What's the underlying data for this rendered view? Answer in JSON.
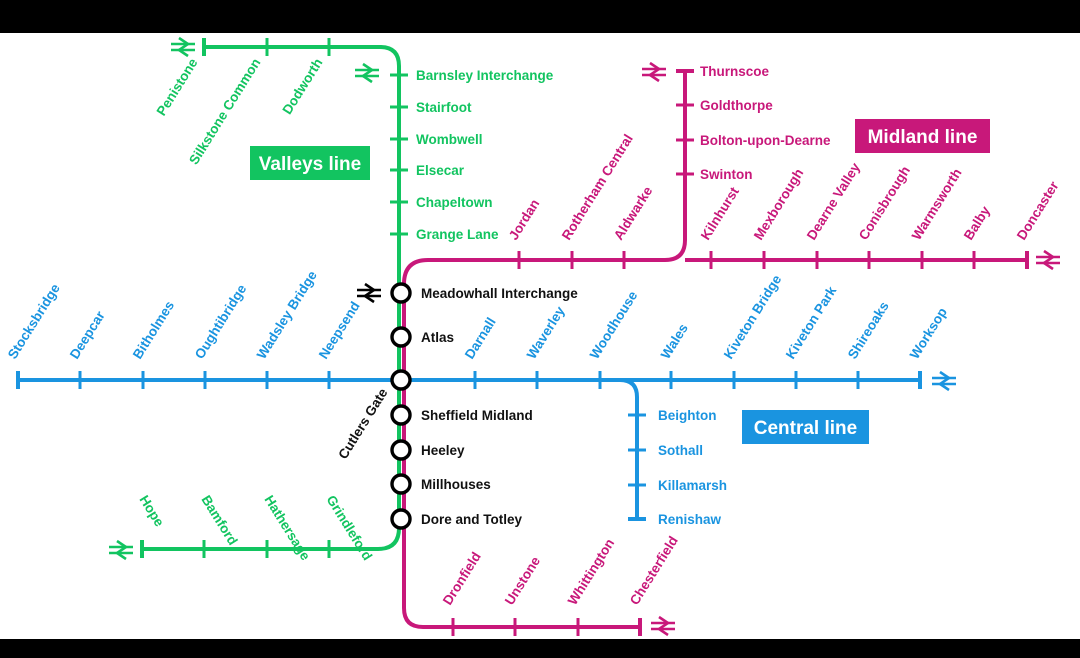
{
  "colors": {
    "valleys": "#12c460",
    "midland": "#c8187a",
    "central": "#1a94e0",
    "interchange": "#000000",
    "background": "#ffffff"
  },
  "line_titles": {
    "valleys": "Valleys line",
    "midland": "Midland line",
    "central": "Central line"
  },
  "rail_icon": "national-rail-icon",
  "interchange_stations": [
    "Meadowhall Interchange",
    "Atlas",
    "Cutlers Gate",
    "Sheffield Midland",
    "Heeley",
    "Millhouses",
    "Dore and Totley"
  ],
  "valleys_line": {
    "north_west_branch": [
      "Penistone",
      "Silkstone Common",
      "Dodworth"
    ],
    "trunk": [
      "Barnsley Interchange",
      "Stairfoot",
      "Wombwell",
      "Elsecar",
      "Chapeltown",
      "Grange Lane"
    ],
    "south_branch": [
      "Hope",
      "Bamford",
      "Hathersage",
      "Grindleford"
    ]
  },
  "midland_line": {
    "north_branch": [
      "Thurnscoe",
      "Goldthorpe",
      "Bolton-upon-Dearne",
      "Swinton"
    ],
    "east_branch": [
      "Jordan",
      "Rotherham Central",
      "Aldwarke",
      "Kilnhurst",
      "Mexborough",
      "Dearne Valley",
      "Conisbrough",
      "Warmsworth",
      "Balby",
      "Doncaster"
    ],
    "south_branch": [
      "Dronfield",
      "Unstone",
      "Whittington",
      "Chesterfield"
    ]
  },
  "central_line": {
    "west_branch": [
      "Stocksbridge",
      "Deepcar",
      "Bitholmes",
      "Oughtibridge",
      "Wadsley Bridge",
      "Neepsend"
    ],
    "east_branch": [
      "Darnall",
      "Waverley",
      "Woodhouse",
      "Wales",
      "Kiveton Bridge",
      "Kiveton Park",
      "Shireoaks",
      "Worksop"
    ],
    "south_branch": [
      "Beighton",
      "Sothall",
      "Killamarsh",
      "Renishaw"
    ]
  }
}
